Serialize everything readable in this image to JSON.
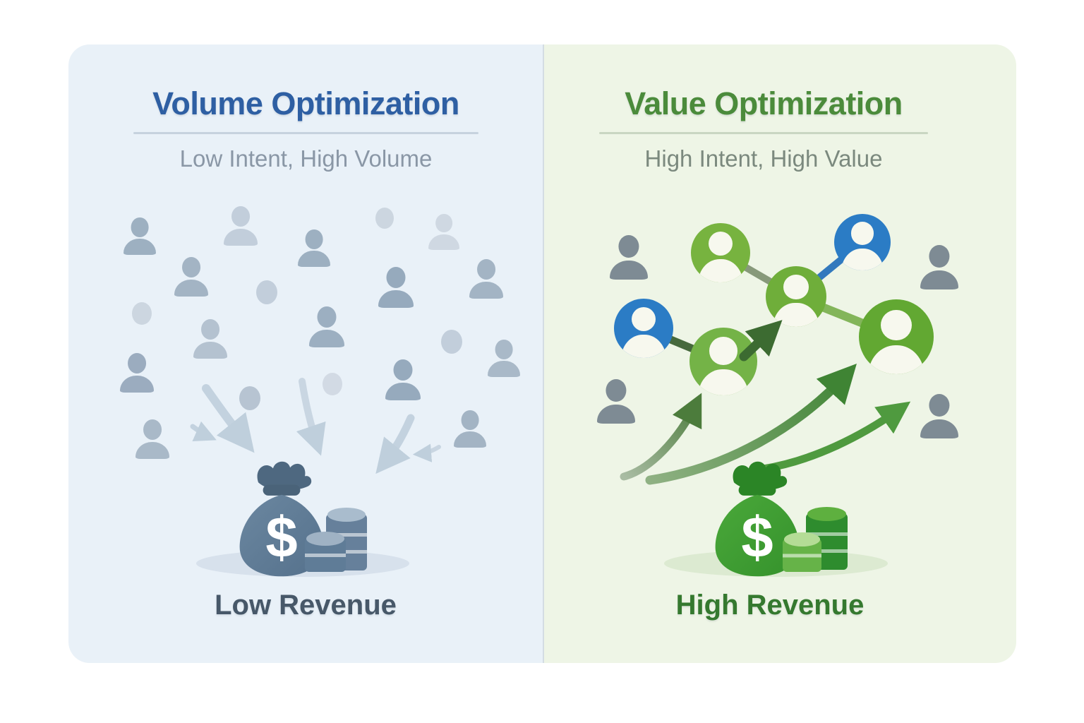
{
  "left": {
    "title": "Volume Optimization",
    "subtitle": "Low Intent, High Volume",
    "caption": "Low Revenue",
    "currency": "$"
  },
  "right": {
    "title": "Value Optimization",
    "subtitle": "High Intent, High Value",
    "caption": "High Revenue",
    "currency": "$"
  },
  "icons": {
    "left_crowd": "person-icon (gray silhouettes, many, low intent)",
    "left_arrows": "funnel-arrow-icon (light slate, converging down to money bag)",
    "left_money": "money-bag-icon + coin-stack-icon (slate gray)",
    "right_people": "person-icon (dark gray) + avatar-network-node-icon (green/blue connected)",
    "right_arrows": "growth-arrow-icon (green, rising)",
    "right_money": "money-bag-icon + coin-stack-icon (green)"
  },
  "colors": {
    "left_bg": "#e9f1f8",
    "right_bg": "#eef5e6",
    "divider": "#d3dce3",
    "left_accent": "#2e5fa3",
    "right_accent": "#4b8b3b",
    "left_subtitle": "#8a97a6",
    "right_subtitle": "#7b897e",
    "left_caption": "#475869",
    "right_caption": "#35792f",
    "node_green": "#77b33f",
    "node_green_dark": "#6fae3a",
    "node_blue": "#2b7cc5",
    "person_gray": "#7e8b94",
    "arrow_slate": "#c3d2df",
    "bag_slate": "#5d7a94",
    "bag_green": "#3f9e33"
  }
}
